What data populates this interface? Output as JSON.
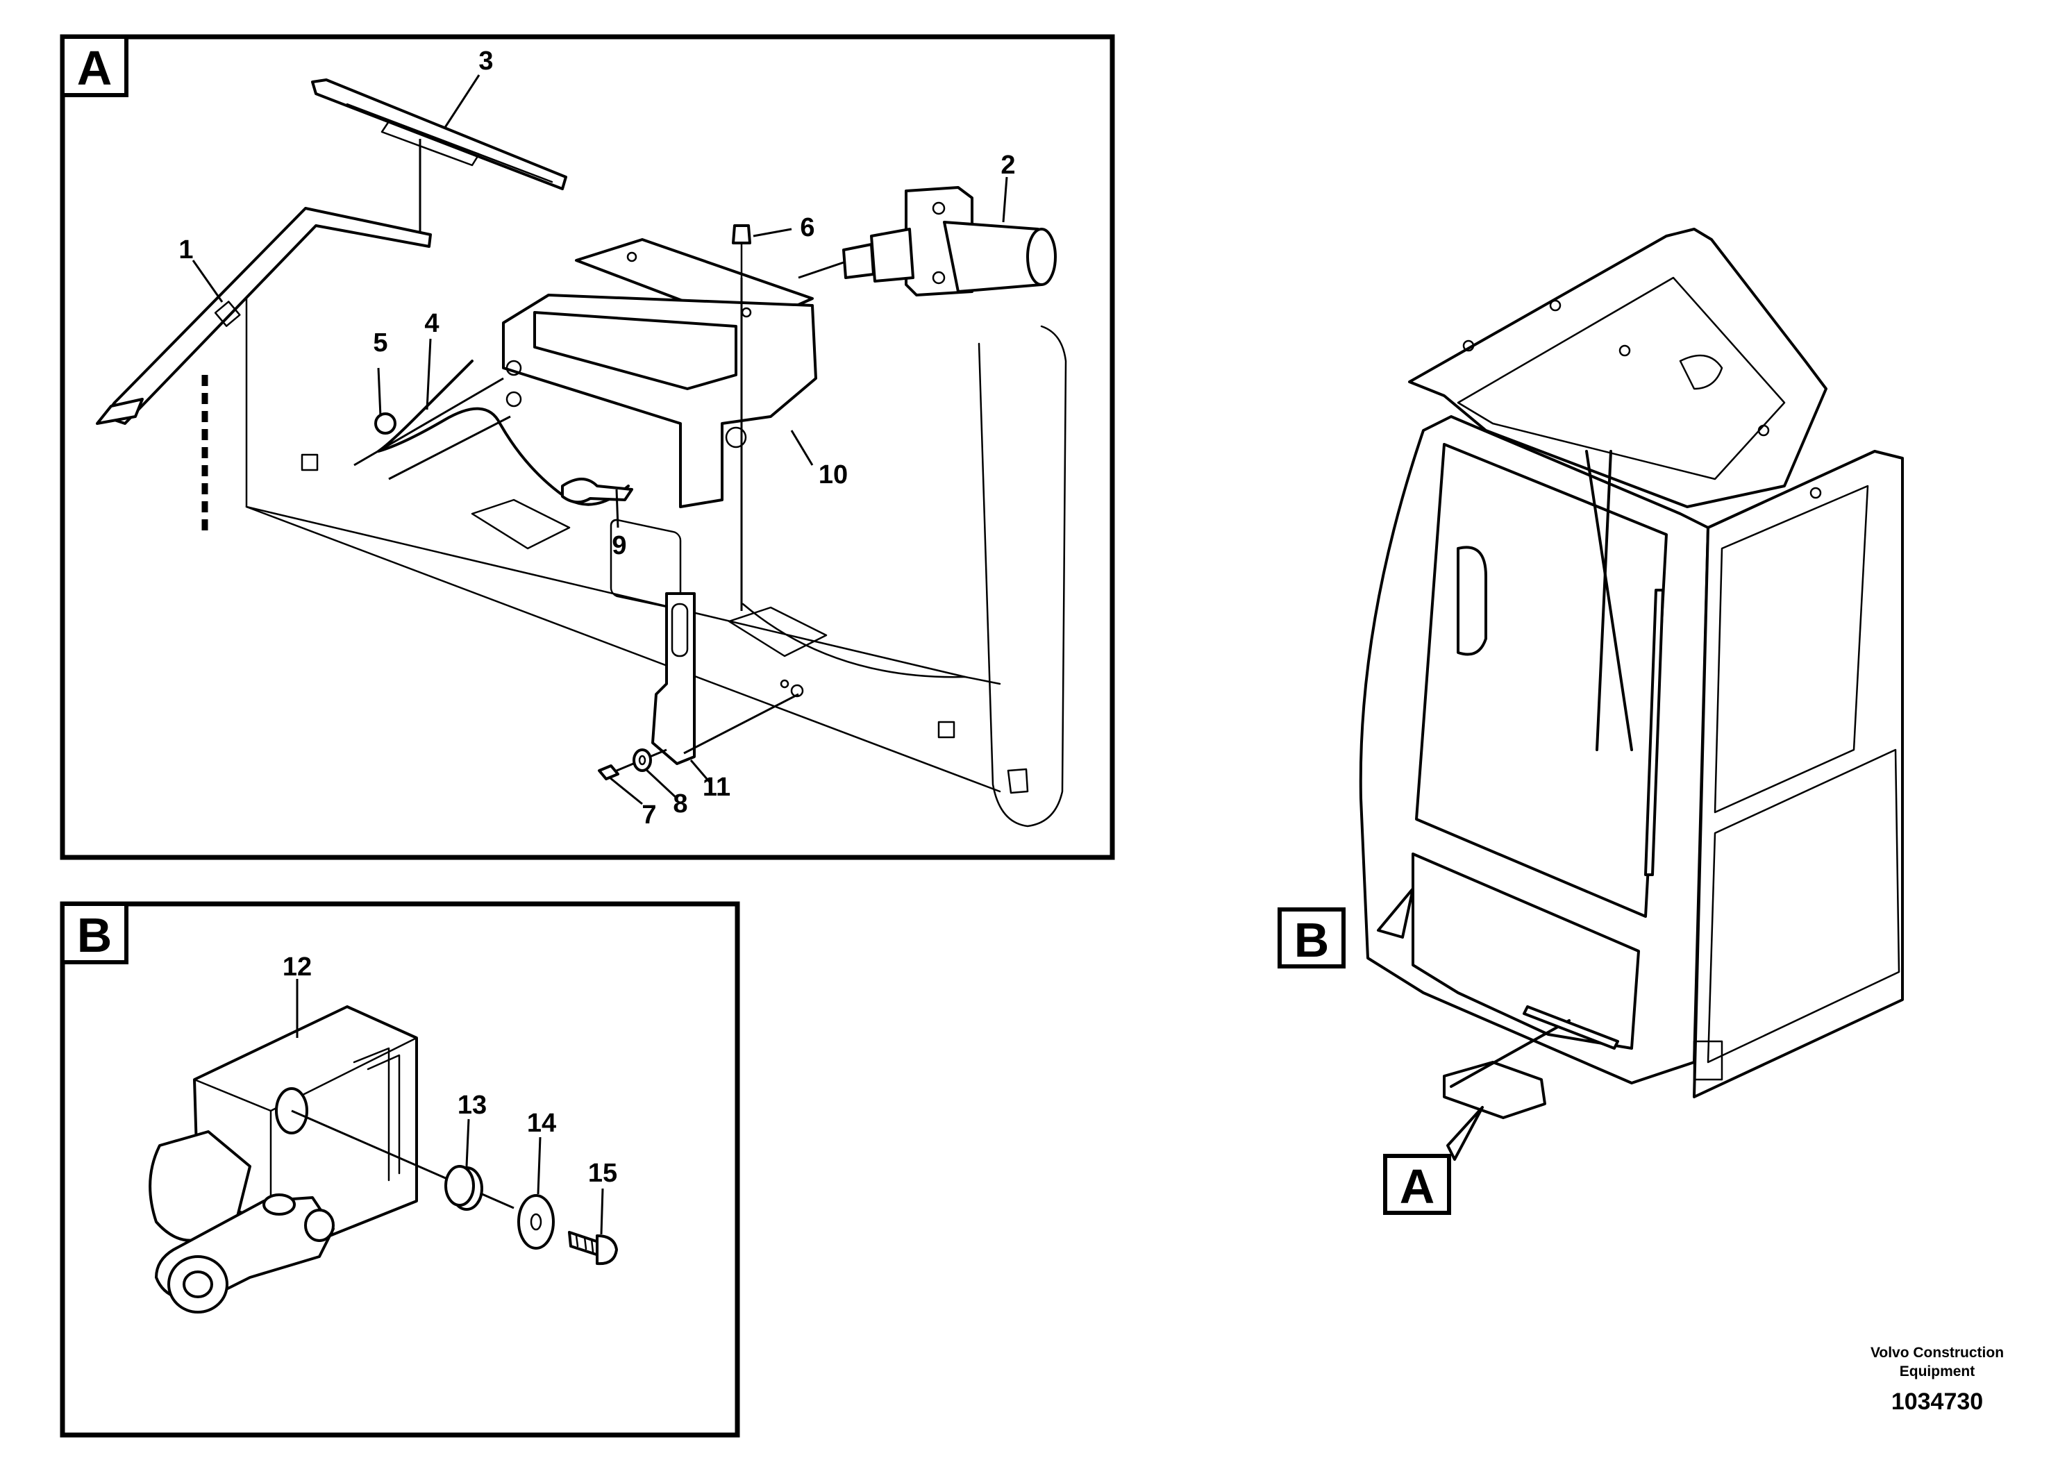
{
  "views": {
    "a": {
      "label": "A",
      "callouts": [
        "1",
        "2",
        "3",
        "4",
        "5",
        "6",
        "7",
        "8",
        "9",
        "10",
        "11"
      ]
    },
    "b": {
      "label": "B",
      "callouts": [
        "12",
        "13",
        "14",
        "15"
      ]
    }
  },
  "overview": {
    "tag_a": "A",
    "tag_b": "B"
  },
  "footer": {
    "company_line1": "Volvo Construction",
    "company_line2": "Equipment",
    "document_number": "1034730"
  }
}
